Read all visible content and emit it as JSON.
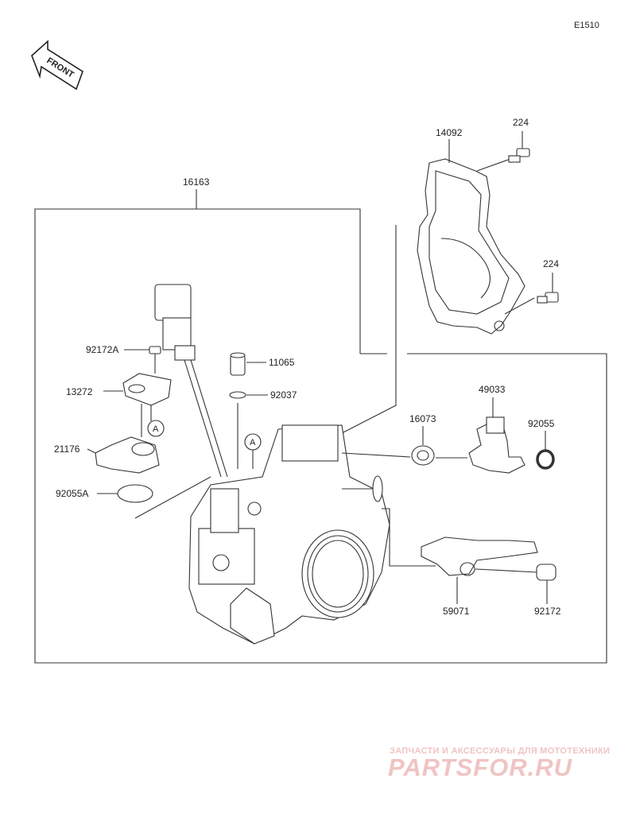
{
  "diagram_code": "E1510",
  "front_label": "FRONT",
  "callouts": {
    "p16163": "16163",
    "p14092": "14092",
    "p224a": "224",
    "p224b": "224",
    "p92172A": "92172A",
    "p11065": "11065",
    "p13272": "13272",
    "p92037": "92037",
    "p21176": "21176",
    "p16073": "16073",
    "p49033": "49033",
    "p92055": "92055",
    "p92055A": "92055A",
    "p59071": "59071",
    "p92172": "92172",
    "refA1": "A",
    "refA2": "A"
  },
  "watermark": {
    "tagline": "ЗАПЧАСТИ И АКСЕССУАРЫ ДЛЯ МОТОТЕХНИКИ",
    "logo": "PARTSFOR.RU"
  }
}
